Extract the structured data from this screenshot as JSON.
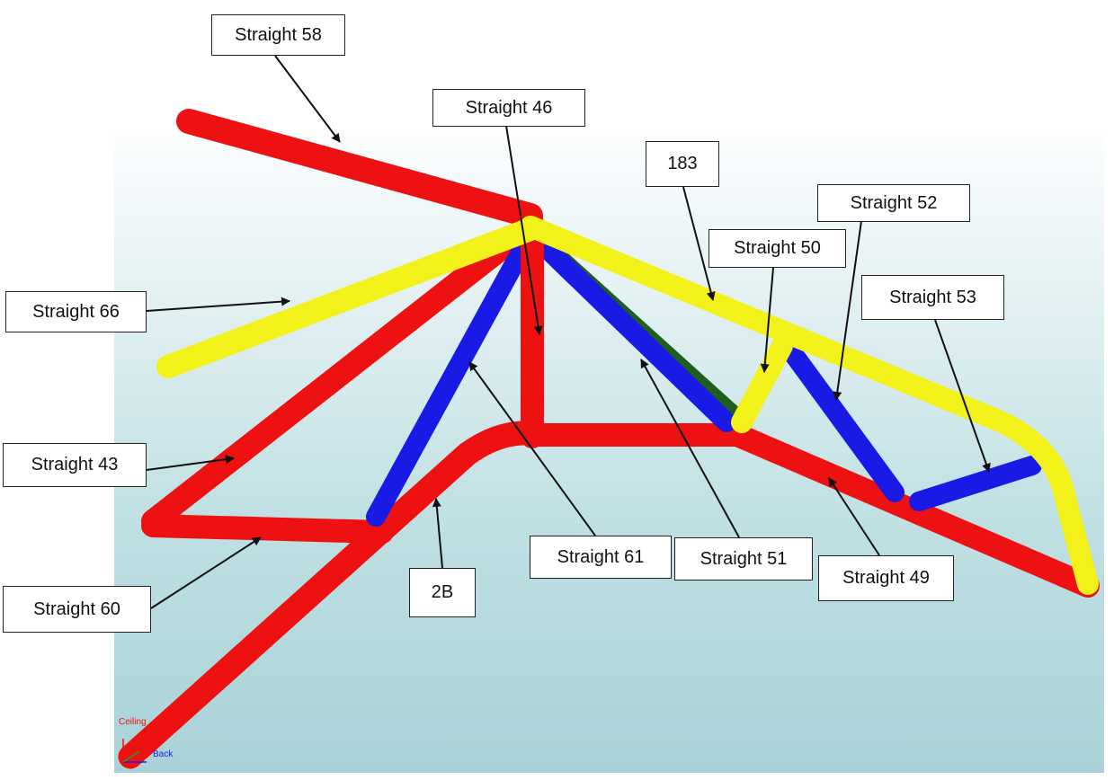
{
  "colors": {
    "red_tube": "#ee1111",
    "yellow_tube": "#f2f21a",
    "blue_tube": "#1a1ae6",
    "green_tube": "#1e5f1e",
    "arrow": "#111111"
  },
  "labels": {
    "straight_58": "Straight 58",
    "straight_46": "Straight 46",
    "l183": "183",
    "straight_52": "Straight 52",
    "straight_50": "Straight 50",
    "straight_53": "Straight 53",
    "straight_66": "Straight 66",
    "straight_43": "Straight 43",
    "straight_60": "Straight 60",
    "b2": "2B",
    "straight_61": "Straight 61",
    "straight_51": "Straight 51",
    "straight_49": "Straight 49"
  },
  "axis": {
    "ceiling": "Ceiling",
    "back": "Back"
  }
}
